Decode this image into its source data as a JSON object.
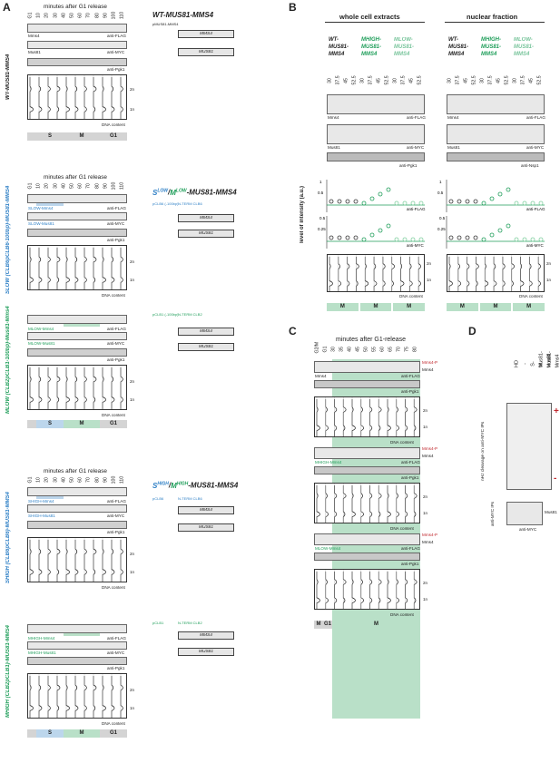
{
  "panelA": {
    "letter": "A",
    "time_header": "minutes after G1 release",
    "lanes": [
      "G1",
      "10",
      "20",
      "30",
      "40",
      "50",
      "60",
      "70",
      "80",
      "90",
      "100",
      "110"
    ],
    "dna": "DNA content",
    "n2": "2n",
    "n1": "1n",
    "antiFLAG": "anti-FLAG",
    "antiMYC": "anti-MYC",
    "antiPgk1": "anti-Pgk1",
    "phases": [
      "S",
      "M",
      "G1"
    ],
    "wt_title": "WT-MUS81-MMS4",
    "wt_side": "WT-MUS81-MMS4",
    "wt_mms4": "Mms4",
    "wt_mus81": "Mus81",
    "slow_title": "SLOW/MLOW-MUS81-MMS4",
    "slow_side": "SLOW (CLB6pCLB6-100bp)-MUS81-MMS4",
    "mlow_side": "MLOW (CLB2pCLB1-100bp)-Mus81-Mms4",
    "shigh_title": "SHIGH/MHIGH-MUS81-MMS4",
    "shigh_side": "SHIGH (CLB6pCLB6)-MUS81-MMS4",
    "mhigh_side": "MHIGH (CLB2pCLB1)-MUS81-MMS4",
    "s_mms4": "SLOW-Mms4",
    "s_mus81": "SLOW-Mus81",
    "m_mms4": "MLOW-Mms4",
    "m_mus81": "MLOW-Mus81",
    "sh_mms4": "SHIGH-Mms4",
    "sh_mus81": "SHIGH-Mus81",
    "mh_mms4": "MHIGH-Mms4",
    "mh_mus81": "MHIGH-Mus81",
    "con_mms4": "MMS4",
    "con_mus81": "MUS81",
    "flag": "3FLAG",
    "myc": "9MYC",
    "p_wt": "pMUS81-MMS4",
    "p_clb6_100": "pCLB6 (-100bp)",
    "nterm_clb6": "N-TERM CLB6",
    "p_clb1_100": "pCLB1 (-100bp)",
    "nterm_clb2": "N-TERM CLB2",
    "p_clb6": "pCLB6",
    "p_clb1": "pCLB1"
  },
  "panelB": {
    "letter": "B",
    "wce": "whole cell extracts",
    "nuc": "nuclear fraction",
    "col_wt": "WT-MUS81-MMS4",
    "col_mhigh": "MHIGH-MUS81-MMS4",
    "col_mlow": "MLOW-MUS81-MMS4",
    "lanes": [
      "30",
      "37.5",
      "45",
      "52.5",
      "30",
      "37.5",
      "45",
      "52.5",
      "30",
      "37.5",
      "45",
      "52.5"
    ],
    "yaxis": "level of intensity (a.u.)",
    "antiFLAG": "anti-FLAG",
    "antiMYC": "anti-MYC",
    "antiPgk1": "anti-Pgk1",
    "antiNsp1": "anti-Nsp1",
    "mms4": "Mms4",
    "mus81": "Mus81",
    "y1": "1",
    "y05": "0.5",
    "y025": "0.25",
    "dna": "DNA content",
    "n2": "2n",
    "n1": "1n",
    "phases": [
      "M",
      "M",
      "M"
    ]
  },
  "panelC": {
    "letter": "C",
    "time_header": "minutes after G1-release",
    "lanes": [
      "G2/M",
      "G1",
      "30",
      "35",
      "40",
      "45",
      "50",
      "55",
      "60",
      "65",
      "70",
      "75",
      "80"
    ],
    "mms4p": "Mms4-P",
    "mms4": "Mms4",
    "antiFLAG": "anti-FLAG",
    "antiPgk1": "anti-Pgk1",
    "wt_label": "Mms4",
    "mhigh_label": "MHIGH-Mms4",
    "mlow_label": "MLOW-Mms4",
    "dna": "DNA content",
    "n2": "2n",
    "n1": "1n",
    "phases": [
      "M",
      "G1",
      "M"
    ]
  },
  "panelD": {
    "letter": "D",
    "lanes": [
      "HD",
      "-",
      "S-Mus81-Mms4",
      "M-Mus81-Mms4",
      "Mus81"
    ],
    "ylabel": "nHJ cleavage on anti-MYC IPs",
    "ip": "anti-MYC IPs",
    "mus81": "Mus81",
    "antiMYC": "anti-MYC"
  }
}
